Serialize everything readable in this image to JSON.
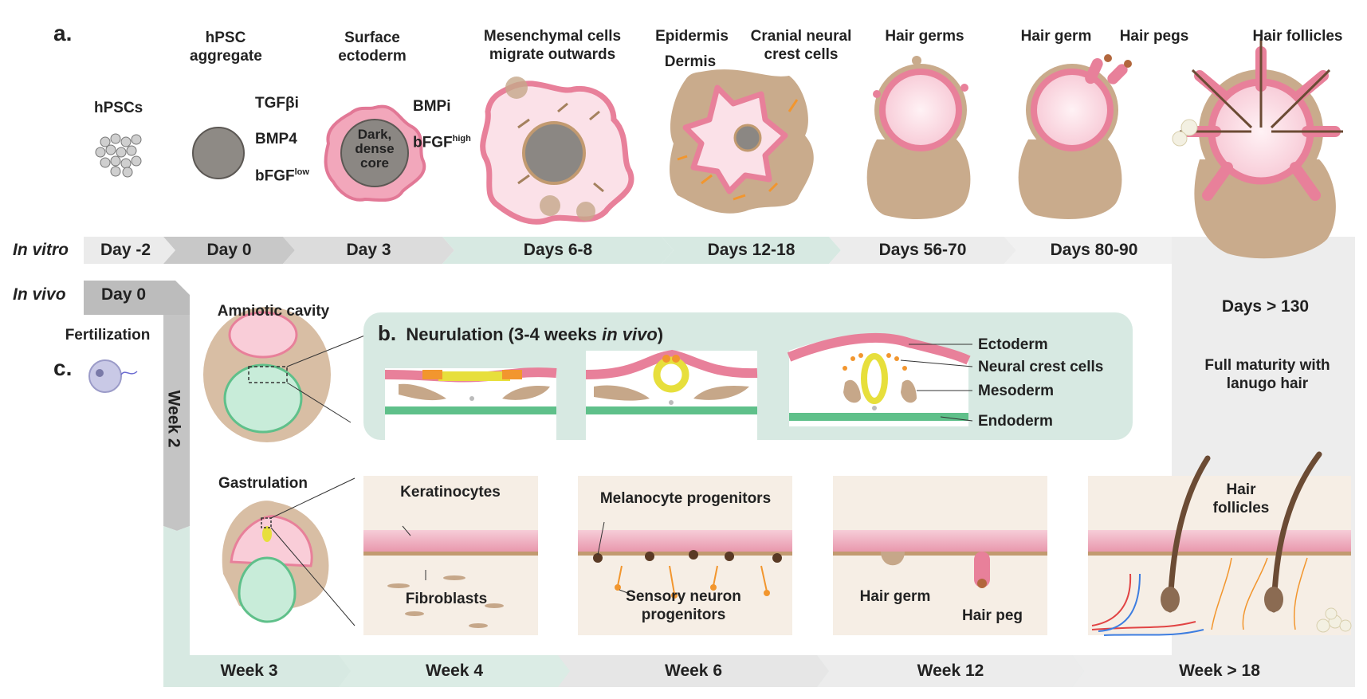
{
  "panel_a": {
    "letter": "a.",
    "stages": {
      "hpscs": "hPSCs",
      "aggregate": "hPSC aggregate",
      "surface_ectoderm": "Surface ectoderm",
      "mesenchymal": "Mesenchymal cells migrate outwards",
      "epidermis": "Epidermis",
      "dermis": "Dermis",
      "cranial_neural_crest": "Cranial neural crest cells",
      "hair_germs": "Hair germs",
      "hair_germ": "Hair germ",
      "hair_pegs": "Hair pegs",
      "hair_follicles": "Hair follicles"
    },
    "treatment1": {
      "line1": "TGFβi",
      "line2": "BMP4",
      "line3_base": "bFGF",
      "line3_sup": "low"
    },
    "treatment2": {
      "line1": "BMPi",
      "line2_base": "bFGF",
      "line2_sup": "high"
    },
    "core_label": "Dark, dense core"
  },
  "timeline_in_vitro": {
    "label": "In vitro",
    "days": [
      "Day -2",
      "Day 0",
      "Day 3",
      "Days 6-8",
      "Days 12-18",
      "Days 56-70",
      "Days 80-90"
    ],
    "final_day": "Days > 130",
    "final_note": "Full maturity with lanugo hair"
  },
  "timeline_in_vivo": {
    "label": "In vivo",
    "day0": "Day 0",
    "fertilization": "Fertilization",
    "week2": "Week 2",
    "weeks": [
      "Week 3",
      "Week 4",
      "Week 6",
      "Week 12",
      "Week > 18"
    ]
  },
  "panel_c": {
    "letter": "c.",
    "amniotic": "Amniotic cavity",
    "gastrulation": "Gastrulation",
    "keratinocytes": "Keratinocytes",
    "fibroblasts": "Fibroblasts",
    "melanocyte": "Melanocyte progenitors",
    "sensory": "Sensory neuron progenitors",
    "hair_germ": "Hair germ",
    "hair_peg": "Hair peg",
    "hair_follicles": "Hair follicles"
  },
  "panel_b": {
    "letter": "b.",
    "title_pre": "Neurulation  (3-4 weeks ",
    "title_it": "in vivo",
    "title_post": ")",
    "layers": [
      "Ectoderm",
      "Neural crest cells",
      "Mesoderm",
      "Endoderm"
    ]
  },
  "colors": {
    "pink": "#e8809a",
    "light_pink": "#f8d5de",
    "tan": "#c6a789",
    "yellow": "#e7df3c",
    "orange": "#f2962e",
    "green": "#5fc08a",
    "mint_band": "#dcebe6",
    "gray_band": "#d4d4d4"
  }
}
